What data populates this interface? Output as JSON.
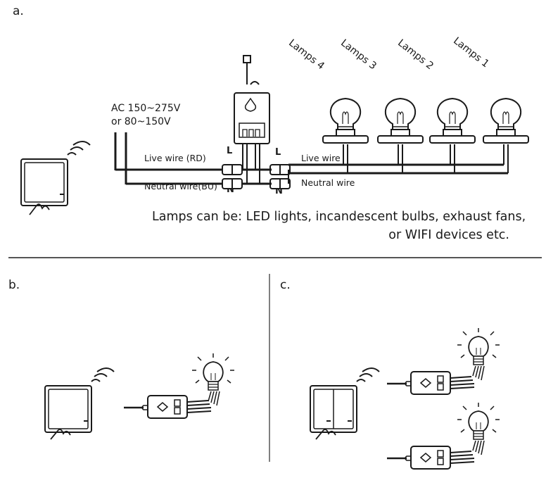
{
  "panel_a": {
    "label": "a.",
    "lamps": [
      "Lamps 4",
      "Lamps 3",
      "Lamps 2",
      "Lamps 1"
    ],
    "ac_line1": "AC 150~275V",
    "ac_line2": "or 80~150V",
    "live_wire_in": "Live wire (RD)",
    "neutral_wire_in": "Neutral wire(BU)",
    "live_wire_out": "Live wire",
    "neutral_wire_out": "Neutral wire",
    "L": "L",
    "N": "N",
    "note_line1": "Lamps can be: LED lights, incandescent bulbs, exhaust fans,",
    "note_line2": "or WIFI devices etc."
  },
  "panel_b": {
    "label": "b."
  },
  "panel_c": {
    "label": "c."
  }
}
